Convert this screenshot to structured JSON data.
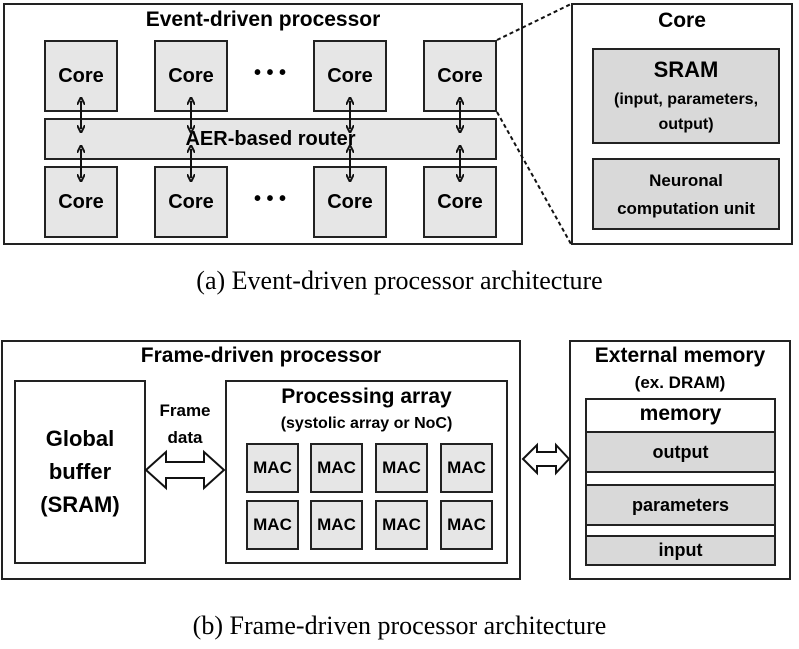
{
  "event": {
    "title": "Event-driven processor",
    "core_label": "Core",
    "ellipsis": "• • •",
    "router_label": "AER-based router",
    "caption": "(a) Event-driven processor architecture"
  },
  "core_detail": {
    "title": "Core",
    "sram_title": "SRAM",
    "sram_sub1": "(input, parameters,",
    "sram_sub2": "output)",
    "ncu_line1": "Neuronal",
    "ncu_line2": "computation unit"
  },
  "frame": {
    "title": "Frame-driven processor",
    "buffer_line1": "Global",
    "buffer_line2": "buffer",
    "buffer_line3": "(SRAM)",
    "arrow_label_1": "Frame",
    "arrow_label_2": "data",
    "array_title": "Processing array",
    "array_sub": "(systolic array or NoC)",
    "mac_label": "MAC",
    "caption": "(b) Frame-driven processor architecture"
  },
  "external": {
    "title": "External memory",
    "subtitle": "(ex. DRAM)",
    "memory_label": "memory",
    "output_label": "output",
    "parameters_label": "parameters",
    "input_label": "input"
  }
}
